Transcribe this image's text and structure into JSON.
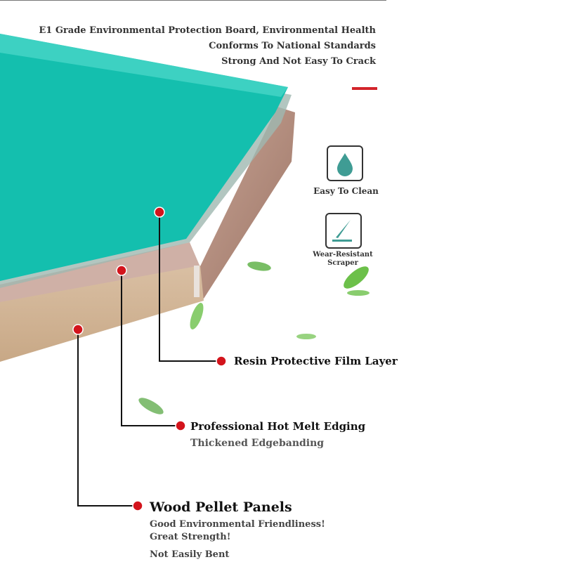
{
  "header": {
    "lines": [
      "E1 Grade Environmental Protection Board, Environmental Health",
      "Conforms To National Standards",
      "Strong And Not Easy To Crack"
    ]
  },
  "features": [
    {
      "icon": "water-drop-icon",
      "label": "Easy To Clean"
    },
    {
      "icon": "scraper-icon",
      "label_lines": [
        "Wear-Resistant",
        "Scraper"
      ]
    }
  ],
  "callouts": {
    "resin": {
      "title": "Resin Protective Film Layer"
    },
    "edging": {
      "title": "Professional Hot Melt Edging",
      "subtitle": "Thickened Edgebanding"
    },
    "core": {
      "title": "Wood Pellet Panels",
      "details": [
        "Good Environmental Friendliness!",
        "Great Strength!",
        "Not Easily Bent"
      ]
    }
  },
  "colors": {
    "accent": "#d3242b",
    "film": "#14bfae",
    "icon": "#3f9c94"
  }
}
